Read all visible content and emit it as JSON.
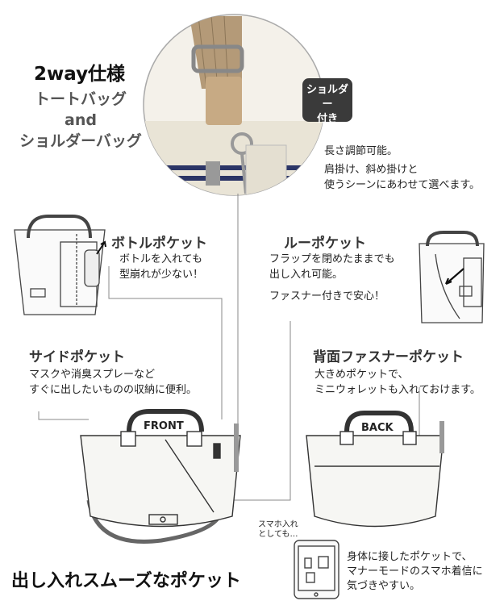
{
  "header": {
    "title": "2way仕様",
    "sub1": "トートバッグ",
    "sub2": "and",
    "sub3": "ショルダーバッグ"
  },
  "shoulder": {
    "badge_line1": "ショルダー",
    "badge_line2": "付き",
    "desc1": "長さ調節可能。",
    "desc2": "肩掛け、斜め掛けと",
    "desc3": "使うシーンにあわせて選べます。"
  },
  "bottle": {
    "title": "ボトルポケット",
    "desc1": "ボトルを入れても",
    "desc2": "型崩れが少ない！"
  },
  "loop": {
    "title": "ルーポケット",
    "desc1": "フラップを閉めたままでも",
    "desc2": "出し入れ可能。",
    "desc3": "ファスナー付きで安心！"
  },
  "side": {
    "title": "サイドポケット",
    "desc1": "マスクや消臭スプレーなど",
    "desc2": "すぐに出したいものの収納に便利。"
  },
  "back_pocket": {
    "title": "背面ファスナーポケット",
    "desc1": "大きめポケットで、",
    "desc2": "ミニウォレットも入れておけます。"
  },
  "bags": {
    "front_label": "FRONT",
    "back_label": "BACK"
  },
  "phone": {
    "note1": "スマホ入れ",
    "note2": "としても…",
    "desc1": "身体に接したポケットで、",
    "desc2": "マナーモードのスマホ着信に",
    "desc3": "気づきやすい。"
  },
  "footer": {
    "title": "出し入れスムーズなポケット"
  }
}
